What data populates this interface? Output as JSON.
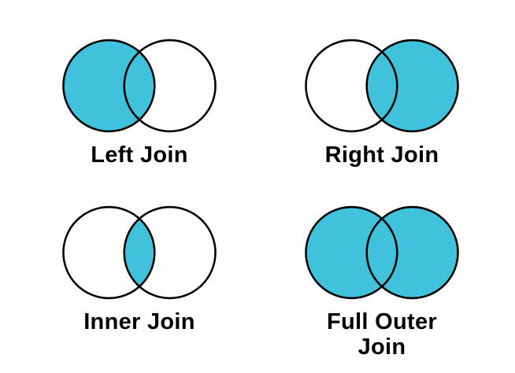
{
  "page": {
    "background": "#ffffff"
  },
  "colors": {
    "fill": "#41c2dc",
    "stroke": "#000000",
    "label": "#000000"
  },
  "diagrams": [
    {
      "id": "left-join",
      "label": "Left Join",
      "left_filled": true,
      "right_filled": false,
      "intersection_filled": true
    },
    {
      "id": "right-join",
      "label": "Right Join",
      "left_filled": false,
      "right_filled": true,
      "intersection_filled": true
    },
    {
      "id": "inner-join",
      "label": "Inner Join",
      "left_filled": false,
      "right_filled": false,
      "intersection_filled": true
    },
    {
      "id": "full-outer-join",
      "label": "Full Outer Join",
      "left_filled": true,
      "right_filled": true,
      "intersection_filled": true
    }
  ]
}
